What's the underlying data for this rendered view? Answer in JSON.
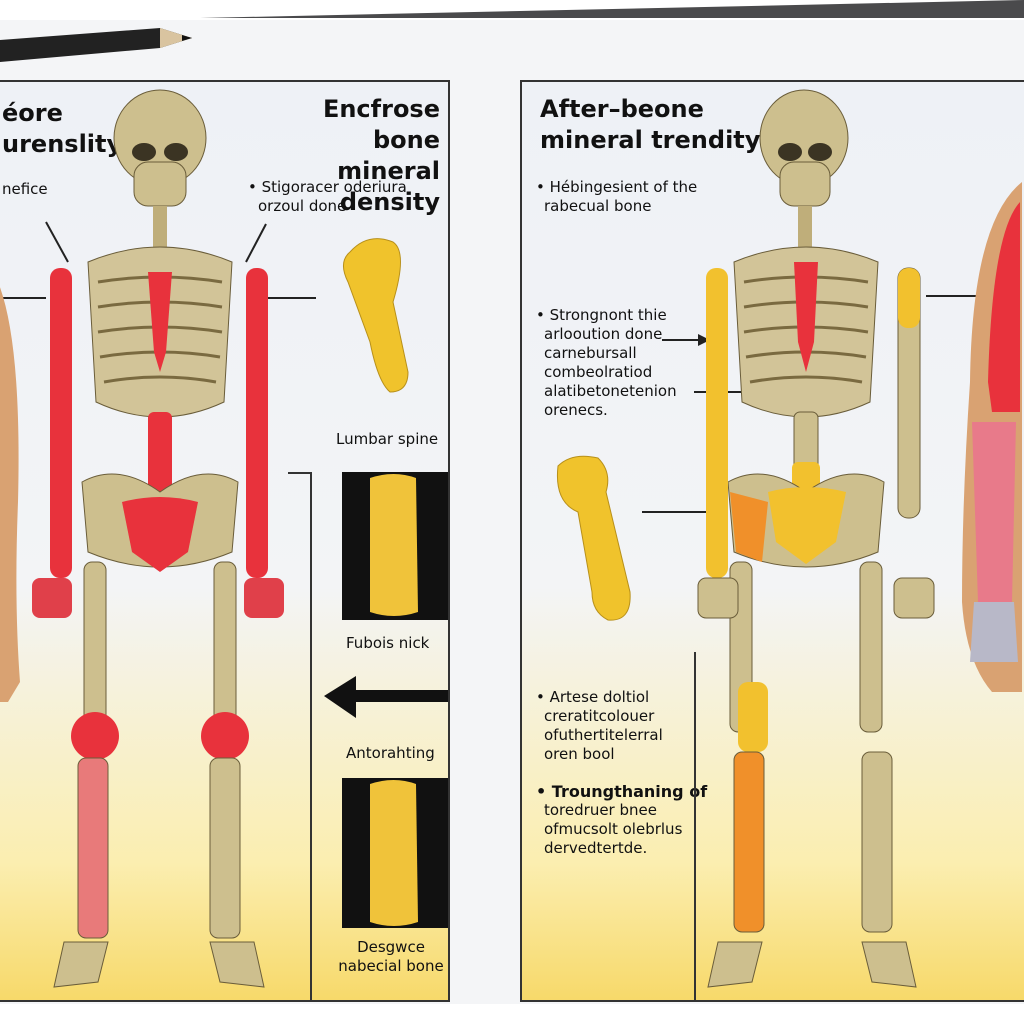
{
  "left_panel": {
    "title_partial": [
      "éore",
      "urenslity"
    ],
    "note_partial": "nefice",
    "title": [
      "Encfrose bone",
      "mineral density"
    ],
    "note": [
      "• Stigoracer oderiura",
      "orzoul done"
    ],
    "labels": {
      "lumbar": "Lumbar spine",
      "fubois": "Fubois nick",
      "antorahting": "Antorahting",
      "desgwce": [
        "Desgwce",
        "nabecial bone"
      ]
    }
  },
  "right_panel": {
    "title": [
      "After–beone",
      "mineral trendity"
    ],
    "notes": [
      [
        "• Hébingesient of the",
        "rabecual bone"
      ],
      [
        "• Strongnont thie",
        "arlooution done",
        "carnebursall",
        "combeolratiod",
        "alatibetonetenion",
        "orenecs."
      ],
      [
        "• Artese doltiol",
        "creratitcolouer",
        "ofuthertitelerral",
        "oren bool"
      ],
      [
        "• Troungthaning of",
        "toredruer bnee",
        "ofmucsolt olebrlus",
        "dervedtertde."
      ]
    ]
  },
  "colors": {
    "bone": "#c9b98a",
    "red": "#e8323c",
    "yellow": "#f2c12e",
    "orange": "#f0902a",
    "panel_border": "#333333"
  }
}
